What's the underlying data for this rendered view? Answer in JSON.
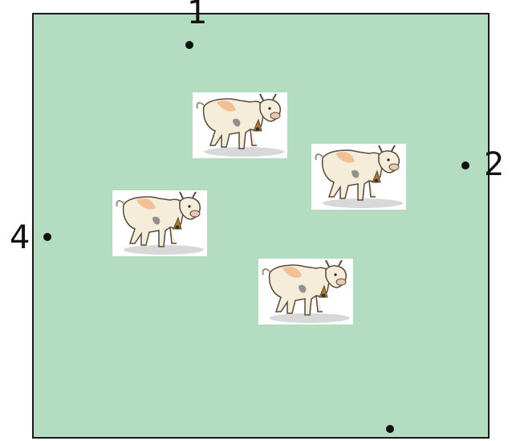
{
  "points": [
    {
      "label": "1"
    },
    {
      "label": "2"
    },
    {
      "label": ""
    },
    {
      "label": "4"
    }
  ],
  "icons": {
    "cow": "cow-icon",
    "point": "dot-icon"
  },
  "colors": {
    "field": "#b4dcc0",
    "border": "#1a1a1a",
    "dot": "#111111"
  }
}
